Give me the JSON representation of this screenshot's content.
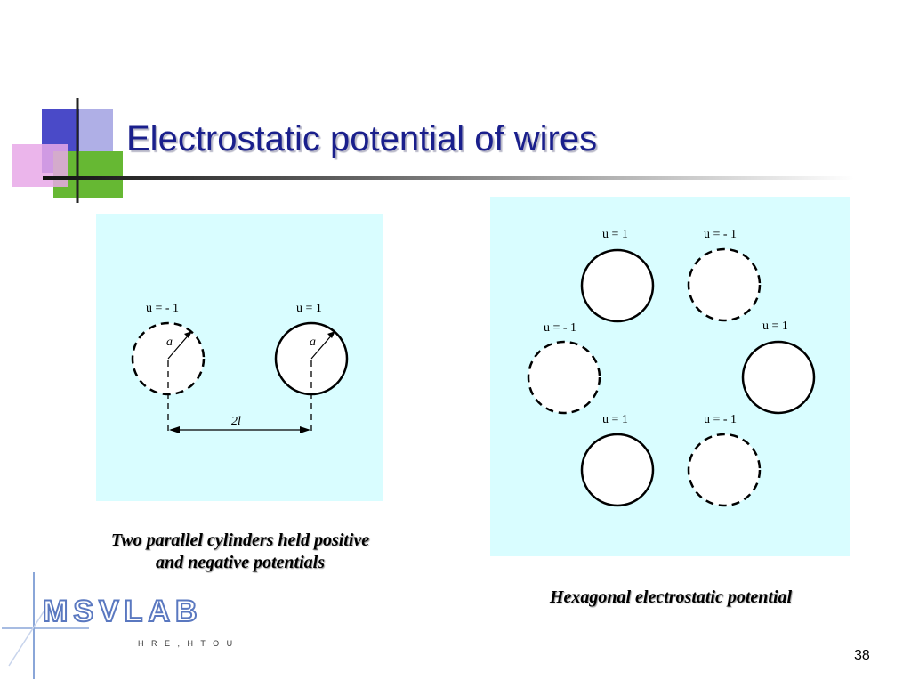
{
  "slide": {
    "title": "Electrostatic potential of wires",
    "page_number": "38"
  },
  "logo": {
    "name": "MSVLAB",
    "subtitle": "H R E , H T O U"
  },
  "left_diagram": {
    "caption_line1": "Two parallel cylinders held positive",
    "caption_line2": "and negative potentials",
    "left_cylinder": {
      "potential_label": "u = -  1",
      "radius_label": "a",
      "style": "dashed"
    },
    "right_cylinder": {
      "potential_label": "u = 1",
      "radius_label": "a",
      "style": "solid"
    },
    "separation_label": "2l"
  },
  "right_diagram": {
    "caption": "Hexagonal electrostatic potential",
    "cylinders": [
      {
        "potential_label": "u = 1",
        "style": "solid"
      },
      {
        "potential_label": "u = -  1",
        "style": "dashed"
      },
      {
        "potential_label": "u = -  1",
        "style": "dashed"
      },
      {
        "potential_label": "u = 1",
        "style": "solid"
      },
      {
        "potential_label": "u = 1",
        "style": "solid"
      },
      {
        "potential_label": "u = -  1",
        "style": "dashed"
      }
    ]
  },
  "colors": {
    "title": "#1a1f8c",
    "panel_background": "#d9fdff",
    "deco_blue": "#4a4ac8",
    "deco_green": "#66b833",
    "deco_pink": "#e8a8e8"
  }
}
